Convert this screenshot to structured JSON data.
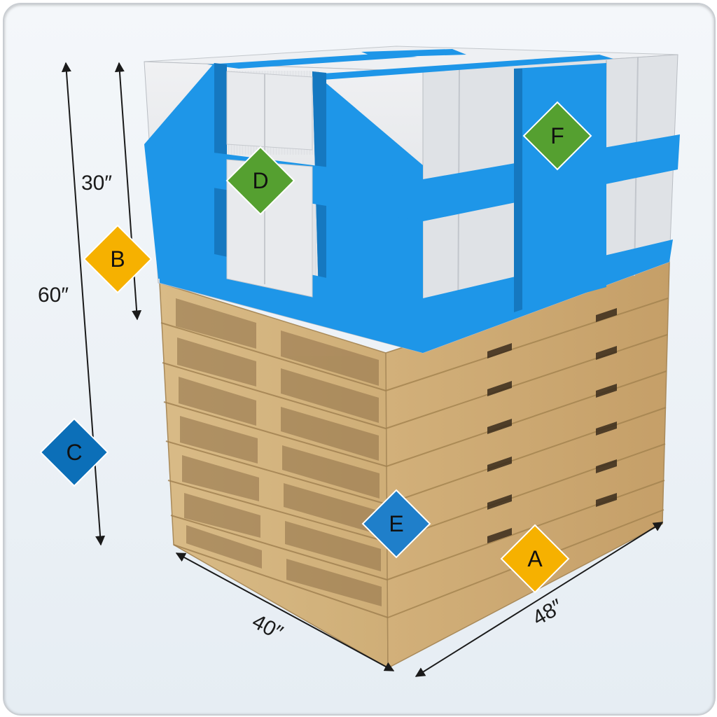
{
  "dimensions": {
    "total_height": "60″",
    "load_height": "30″",
    "depth": "40″",
    "width": "48″"
  },
  "badges": [
    {
      "id": "A",
      "label": "A",
      "color": "#f6b100"
    },
    {
      "id": "B",
      "label": "B",
      "color": "#f6b100"
    },
    {
      "id": "C",
      "label": "C",
      "color": "#0c6fb8"
    },
    {
      "id": "D",
      "label": "D",
      "color": "#55a030"
    },
    {
      "id": "E",
      "label": "E",
      "color": "#1f7fca"
    },
    {
      "id": "F",
      "label": "F",
      "color": "#55a030"
    }
  ],
  "colors": {
    "strap": "#1e96e8",
    "strap_dark": "#1578c0",
    "box": "#e3e6ea",
    "wood": "#d8b884",
    "wood_dark": "#b3915f"
  }
}
